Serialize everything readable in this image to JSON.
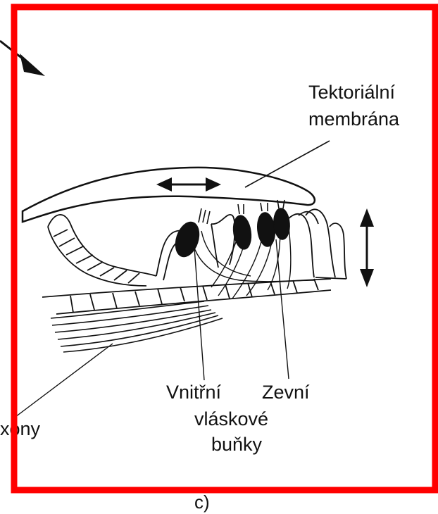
{
  "labels": {
    "tectorial_line1": "Tektoriální",
    "tectorial_line2": "membrána",
    "inner": "Vnitřní",
    "outer": "Zevní",
    "hair_cells_line1": "vláskové",
    "hair_cells_line2": "buňky",
    "axons": "xony",
    "panel_letter": "c)"
  },
  "colors": {
    "frame": "#ff0000",
    "ink": "#111111",
    "background": "#ffffff"
  },
  "icons": {
    "horizontal_arrow": "double-arrow-horizontal-icon",
    "vertical_arrow": "double-arrow-vertical-icon",
    "corner_arrow": "arrowhead-icon"
  }
}
